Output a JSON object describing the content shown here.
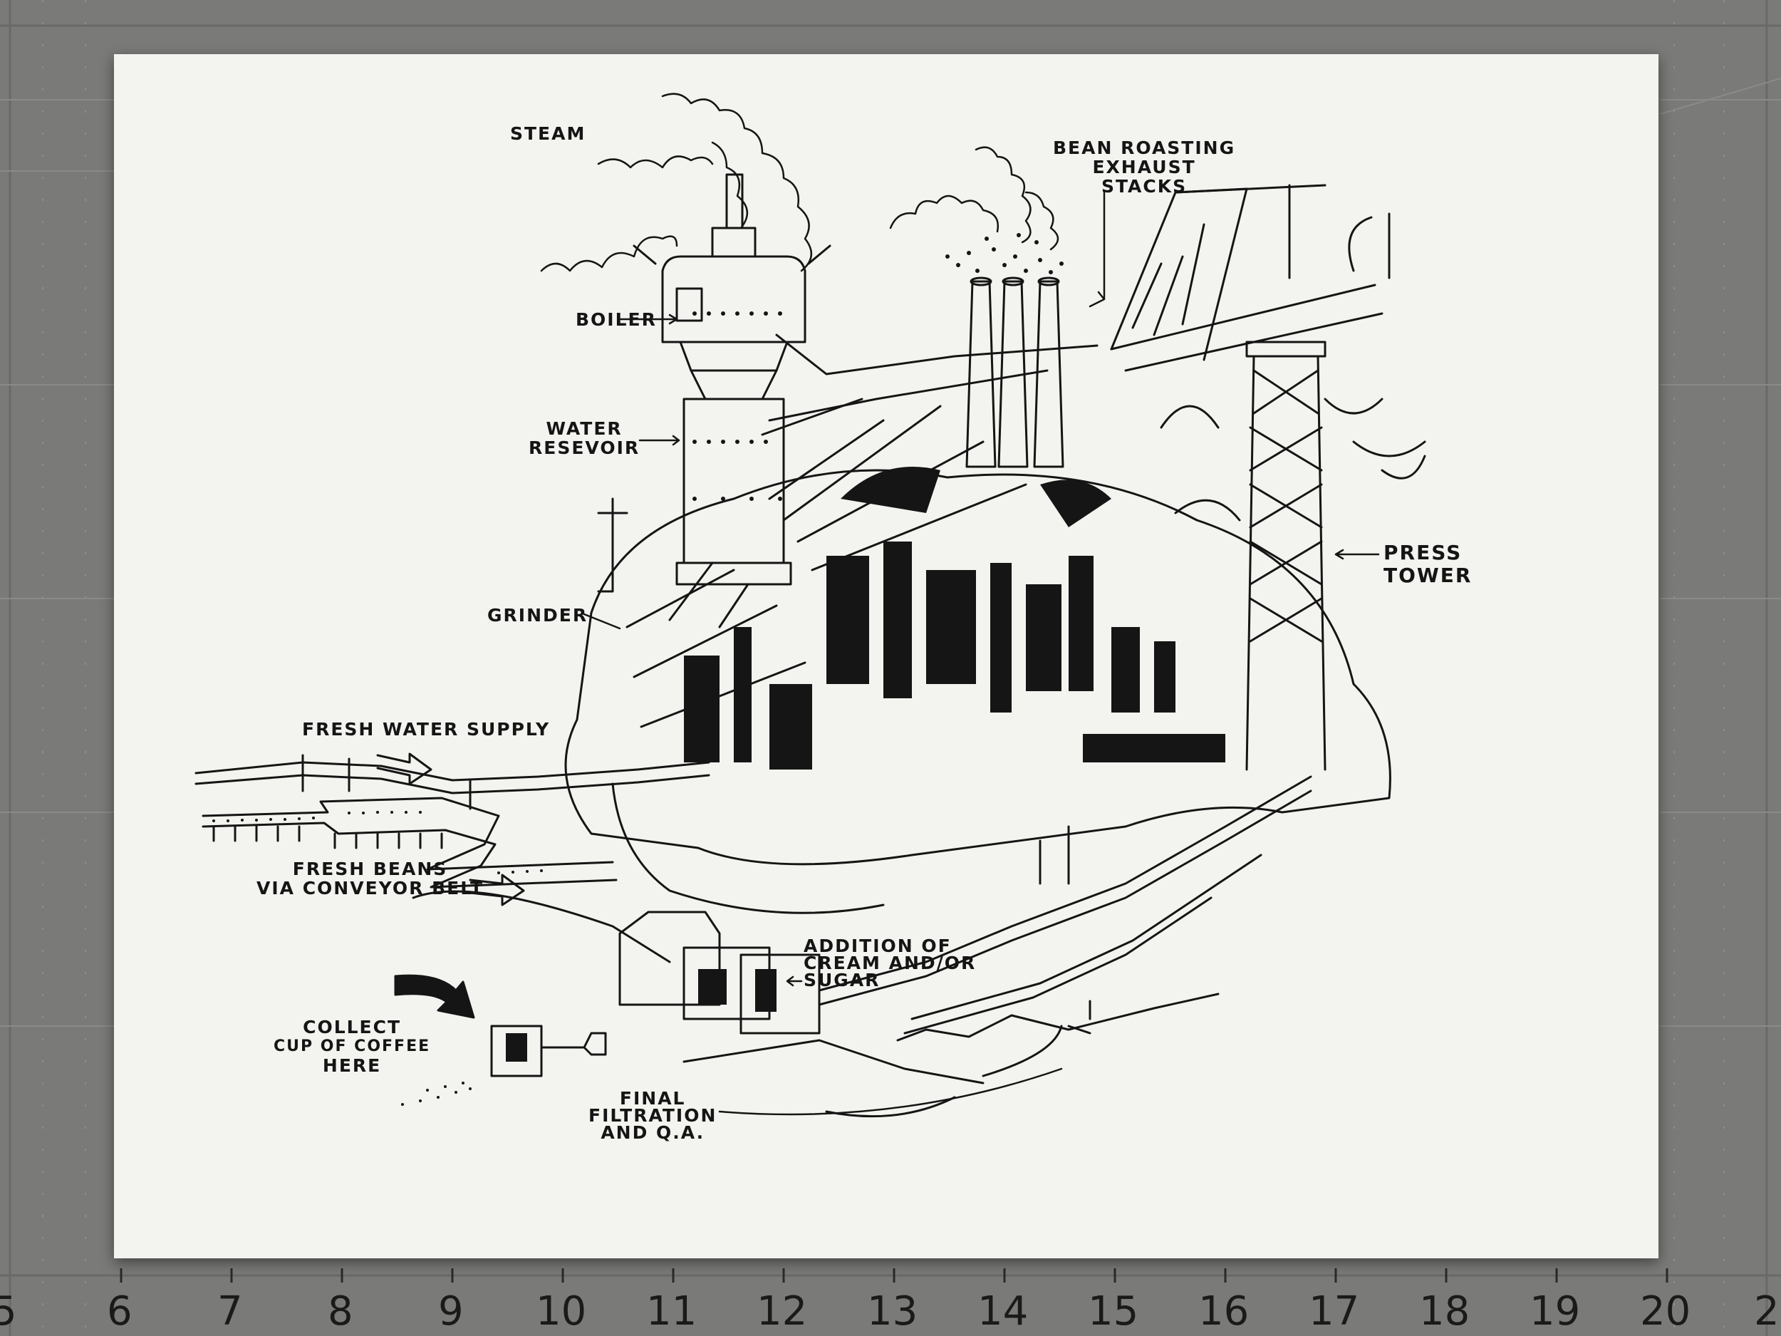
{
  "labels": {
    "steam": "STEAM",
    "boiler": "BOILER",
    "water_reservoir": [
      "WATER",
      "RESEVOIR"
    ],
    "grinder": "GRINDER",
    "fresh_water": "FRESH WATER SUPPLY",
    "fresh_beans": [
      "FRESH BEANS",
      "VIA CONVEYOR BELT"
    ],
    "bean_roasting": [
      "BEAN ROASTING",
      "EXHAUST",
      "STACKS"
    ],
    "press_tower": [
      "PRESS",
      "TOWER"
    ],
    "cream_sugar": [
      "ADDITION OF",
      "CREAM AND/OR",
      "SUGAR"
    ],
    "collect": [
      "COLLECT",
      "CUP OF COFFEE",
      "HERE"
    ],
    "final": [
      "FINAL",
      "FILTRATION",
      "AND Q.A."
    ]
  },
  "ruler": [
    "5",
    "6",
    "7",
    "8",
    "9",
    "10",
    "11",
    "12",
    "13",
    "14",
    "15",
    "16",
    "17",
    "18",
    "19",
    "20",
    "2"
  ],
  "colors": {
    "mat": "#7a7a78",
    "grid": "#6a6a68",
    "paper": "#f3f3ef",
    "ink": "#151515"
  }
}
